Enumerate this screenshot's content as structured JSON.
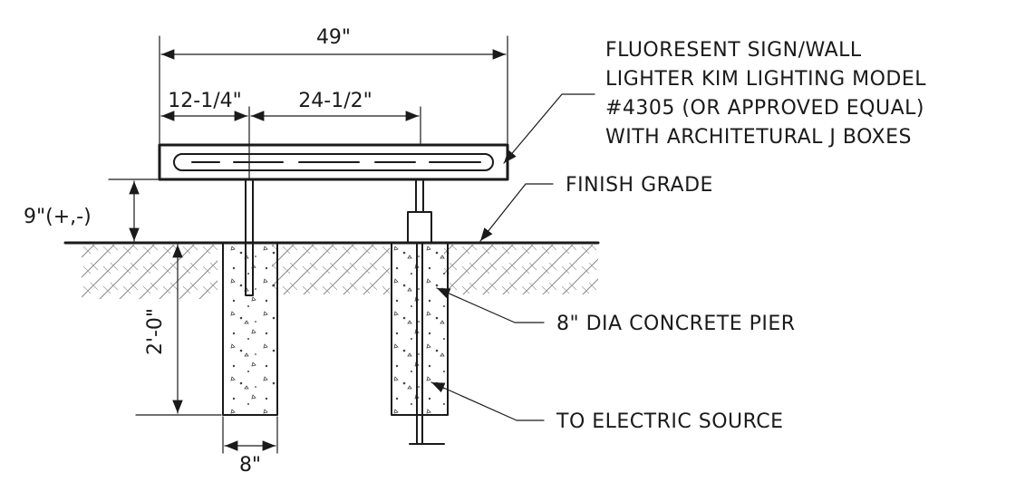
{
  "dimensions": {
    "overall_width": "49\"",
    "left_offset": "12-1/4\"",
    "post_spacing": "24-1/2\"",
    "height_above_grade": "9\"(+,-)",
    "pier_depth": "2'-0\"",
    "pier_width": "8\""
  },
  "callouts": {
    "fixture": [
      "FLUORESENT SIGN/WALL",
      "LIGHTER KIM LIGHTING MODEL",
      "#4305 (OR APPROVED EQUAL)",
      "WITH ARCHITETURAL J BOXES"
    ],
    "finish_grade": "FINISH GRADE",
    "concrete_pier": "8\" DIA CONCRETE PIER",
    "electric_source": "TO ELECTRIC SOURCE"
  }
}
